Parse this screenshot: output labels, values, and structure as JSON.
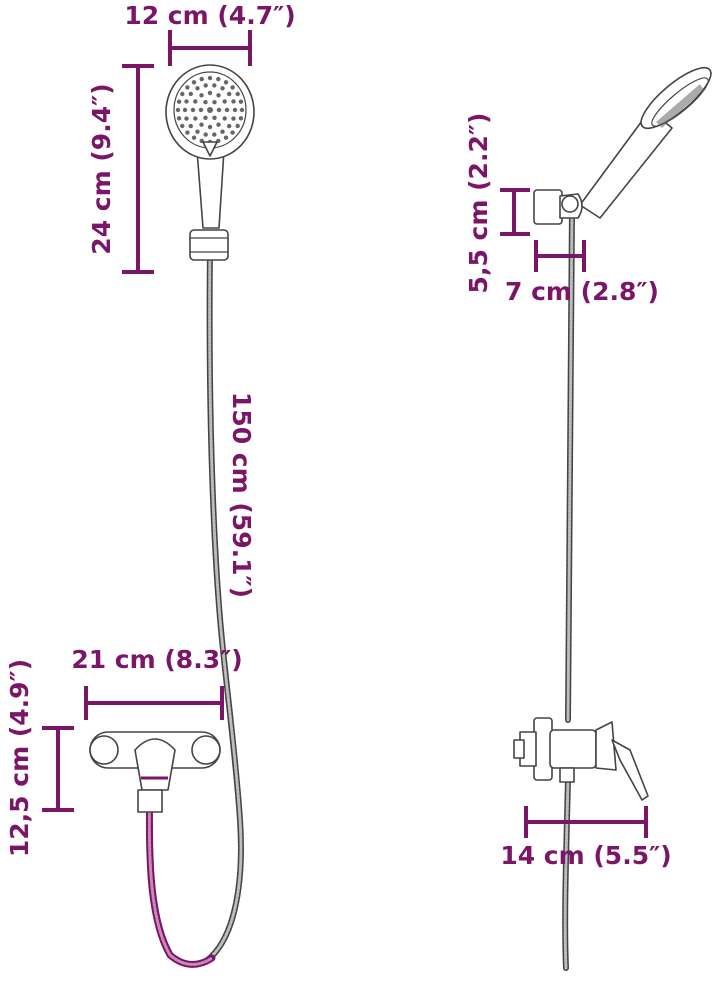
{
  "colors": {
    "accent": "#7b1567",
    "line_drawing": "#444444",
    "background": "#ffffff"
  },
  "left_view": {
    "head_width_label": "12 cm (4.7″)",
    "head_length_label": "24 cm (9.4″)",
    "hose_length_label": "150 cm (59.1″)",
    "mixer_width_label": "21 cm (8.3″)",
    "mixer_height_label": "12,5 cm (4.9″)"
  },
  "right_view": {
    "bracket_height_label": "5,5 cm (2.2″)",
    "bracket_width_label": "7 cm (2.8″)",
    "mixer_depth_label": "14 cm (5.5″)"
  }
}
